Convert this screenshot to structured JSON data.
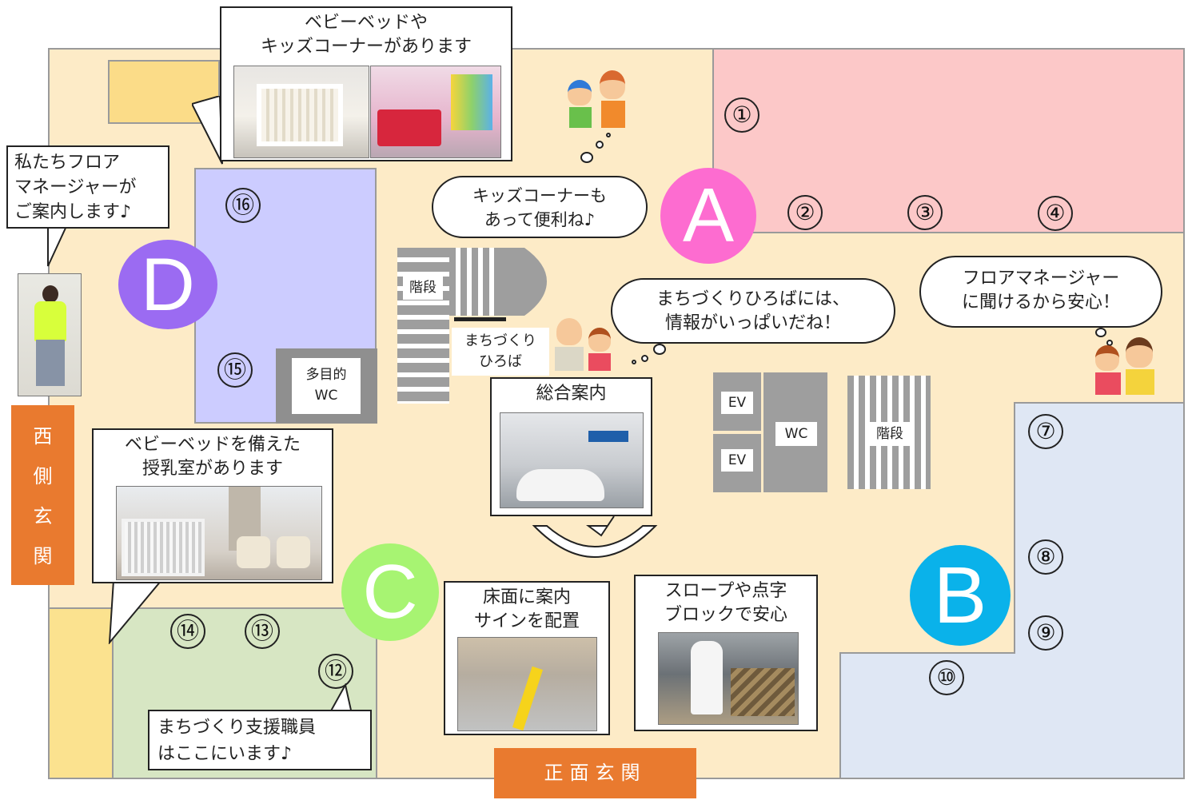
{
  "zones": {
    "a": "A",
    "b": "B",
    "c": "C",
    "d": "D"
  },
  "zone_colors": {
    "a": "#fd6cd0",
    "b": "#0ab2ea",
    "c": "#a7f472",
    "d": "#9b6bf2"
  },
  "numbers": [
    "①",
    "②",
    "③",
    "④",
    "⑦",
    "⑧",
    "⑨",
    "⑩",
    "⑫",
    "⑬",
    "⑭",
    "⑮",
    "⑯"
  ],
  "rooms": {
    "multi_wc": [
      "多目的",
      "WC"
    ],
    "stairs_left": "階段",
    "stairs_right": "階段",
    "plaza": [
      "まちづくり",
      "ひろば"
    ],
    "ev1": "EV",
    "ev2": "EV",
    "wc": "WC"
  },
  "entrances": {
    "west": [
      "西",
      "側",
      "玄",
      "関"
    ],
    "front": "正面玄関"
  },
  "callouts": {
    "baby_bed": [
      "ベビーベッドや",
      "キッズコーナーがあります"
    ],
    "manager": [
      "私たちフロア",
      "マネージャーが",
      "ご案内します♪"
    ],
    "nursing": [
      "ベビーベッドを備えた",
      "授乳室があります"
    ],
    "info": "総合案内",
    "floor_sign": [
      "床面に案内",
      "サインを配置"
    ],
    "slope": [
      "スロープや点字",
      "ブロックで安心"
    ],
    "support": [
      "まちづくり支援職員",
      "はここにいます♪"
    ]
  },
  "clouds": {
    "kids": [
      "キッズコーナーも",
      "あって便利ね♪"
    ],
    "plaza": [
      "まちづくりひろばには、",
      "情報がいっぱいだね！"
    ],
    "manager": [
      "フロアマネージャー",
      "に聞けるから安心！"
    ]
  }
}
